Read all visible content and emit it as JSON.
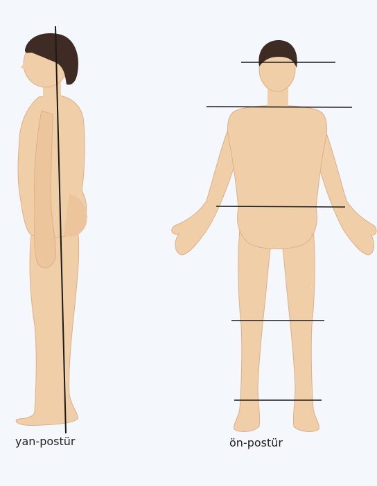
{
  "colors": {
    "background": "#f4f7fb",
    "skin": "#f0cfa8",
    "skin_shadow": "#dcb088",
    "hair": "#3d2b24",
    "line": "#1a1a1a",
    "caption": "#222222"
  },
  "figures": [
    {
      "id": "side",
      "caption": "yan-postür"
    },
    {
      "id": "front",
      "caption": "ön-postür"
    }
  ]
}
